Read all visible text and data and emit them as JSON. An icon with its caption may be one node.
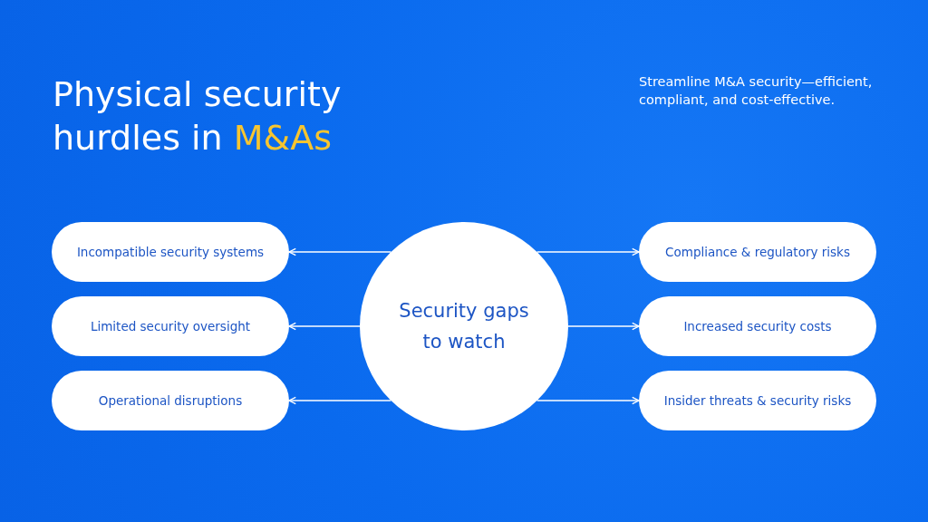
{
  "diagram": {
    "title": "Physical security hurdles in *M&As*",
    "nodes": [
      {
        "text": [
          "Security gaps to watch"
        ]
      },
      {
        "text": [
          "Incompatible security systems"
        ]
      },
      {
        "text": [
          "Limited security oversight"
        ]
      },
      {
        "text": [
          "Operational disruptions"
        ]
      },
      {
        "text": [
          "Compliance & regulatory risks"
        ]
      },
      {
        "text": [
          "Increased security costs"
        ]
      },
      {
        "text": [
          "Insider threats & security risks"
        ]
      }
    ],
    "edges": [
      {
        "from": 0,
        "to": 1,
        "arrow": "to"
      },
      {
        "from": 0,
        "to": 2,
        "arrow": "to"
      },
      {
        "from": 0,
        "to": 3,
        "arrow": "to"
      },
      {
        "from": 0,
        "to": 4,
        "arrow": "to"
      },
      {
        "from": 0,
        "to": 5,
        "arrow": "to"
      },
      {
        "from": 0,
        "to": 6,
        "arrow": "to"
      }
    ],
    "labels": [
      "Streamline M&A security—efficient, compliant, and cost-effective."
    ]
  }
}
